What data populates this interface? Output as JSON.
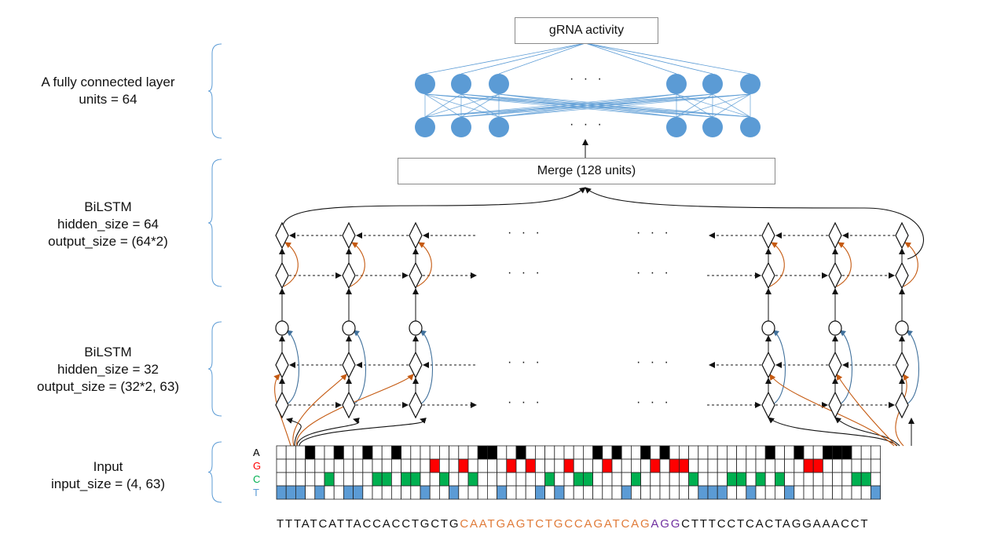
{
  "colors": {
    "neuron": "#5b9bd5",
    "bracket": "#5b9bd5",
    "orange_arrow": "#c55a11",
    "blue_arrow": "#41719c",
    "A": "#000000",
    "G": "#ff0000",
    "C": "#00b050",
    "T": "#5b9bd5",
    "seq_orange": "#e07b39",
    "seq_purple": "#7030a0"
  },
  "layers": {
    "fc": {
      "line1": "A fully connected layer",
      "line2": "units = 64"
    },
    "bilstm2": {
      "line1": "BiLSTM",
      "line2": "hidden_size = 64",
      "line3": "output_size = (64*2)"
    },
    "bilstm1": {
      "line1": "BiLSTM",
      "line2": "hidden_size = 32",
      "line3": "output_size = (32*2, 63)"
    },
    "input": {
      "line1": "Input",
      "line2": "input_size = (4, 63)"
    }
  },
  "boxes": {
    "output": "gRNA activity",
    "merge": "Merge (128 units)"
  },
  "ellipsis": "· · ·",
  "one_hot": {
    "row_labels": [
      "A",
      "G",
      "C",
      "T"
    ],
    "sequence": "TTTATCATTACCACCTGCTGCAATGAGTCTGCCAGATCAGAGGCTTTCCTCACTAGGAAACCT",
    "highlight_orange": [
      20,
      39
    ],
    "highlight_purple": [
      40,
      42
    ]
  }
}
